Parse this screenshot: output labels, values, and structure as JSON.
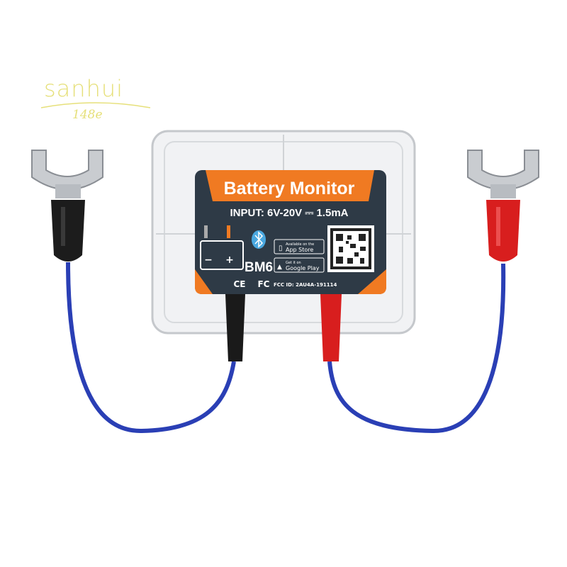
{
  "watermark": {
    "name": "sanhui",
    "code": "148e"
  },
  "label": {
    "title": "Battery Monitor",
    "input_spec": "INPUT: 6V-20V ⎓ 1.5mA",
    "model": "BM6",
    "app_store": {
      "small": "Available on the",
      "big": "App Store"
    },
    "google_play": {
      "small": "Get it on",
      "big": "Google Play"
    },
    "ce_mark": "CE",
    "fc_mark": "FC",
    "fcc_id": "FCC ID: 2AU4A-191114",
    "battery_minus": "−",
    "battery_plus": "+"
  },
  "colors": {
    "orange": "#f07a22",
    "label_dark": "#2e3a46",
    "wire_blue": "#2a3fb5",
    "red": "#d81e1e",
    "black": "#1a1a1a",
    "bluetooth": "#4aa8e0"
  },
  "icons": [
    "bluetooth-icon",
    "battery-icon",
    "qr-code-icon",
    "apple-icon",
    "android-icon"
  ]
}
